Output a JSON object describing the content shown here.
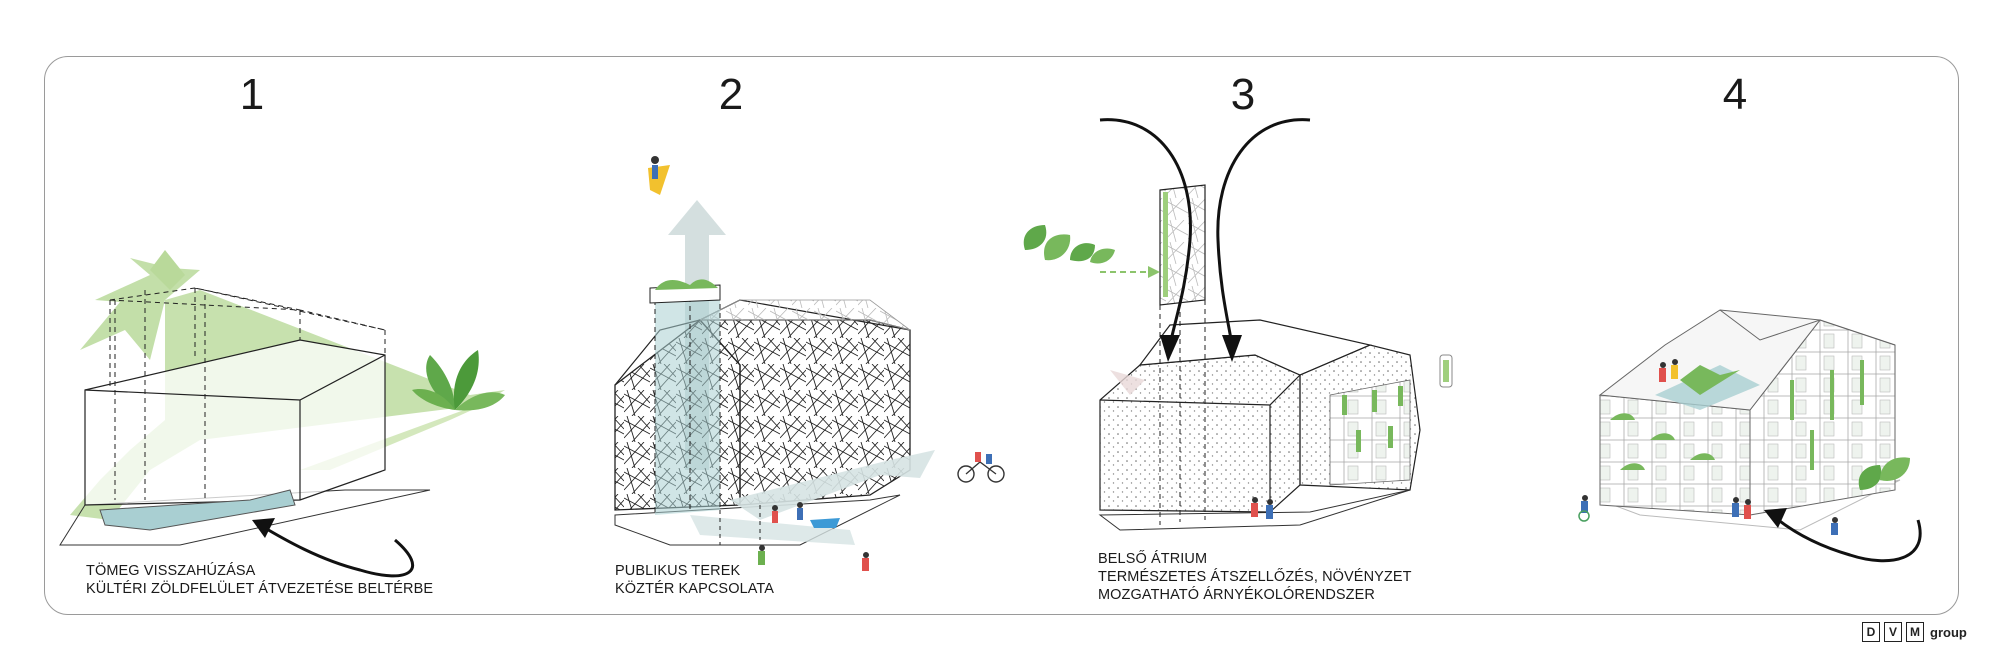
{
  "panels": [
    {
      "number": "1",
      "caption": [
        "TÖMEG VISSZAHÚZÁSA",
        "KÜLTÉRI ZÖLDFELÜLET ÁTVEZETÉSE BELTÉRBE"
      ]
    },
    {
      "number": "2",
      "caption": [
        "PUBLIKUS TEREK",
        "KÖZTÉR KAPCSOLATA"
      ]
    },
    {
      "number": "3",
      "caption": [
        "BELSŐ ÁTRIUM",
        "TERMÉSZETES ÁTSZELLŐZÉS, NÖVÉNYZET",
        "MOZGATHATÓ ÁRNYÉKOLÓRENDSZER"
      ]
    },
    {
      "number": "4",
      "caption": []
    }
  ],
  "logo": {
    "letters": [
      "D",
      "V",
      "M"
    ],
    "word": "group"
  },
  "colors": {
    "green": "#b9d99a",
    "leaf": "#5fa84a",
    "teal": "#a9cfd2",
    "ink": "#1a1a1a",
    "frame": "#9a9a9a"
  }
}
